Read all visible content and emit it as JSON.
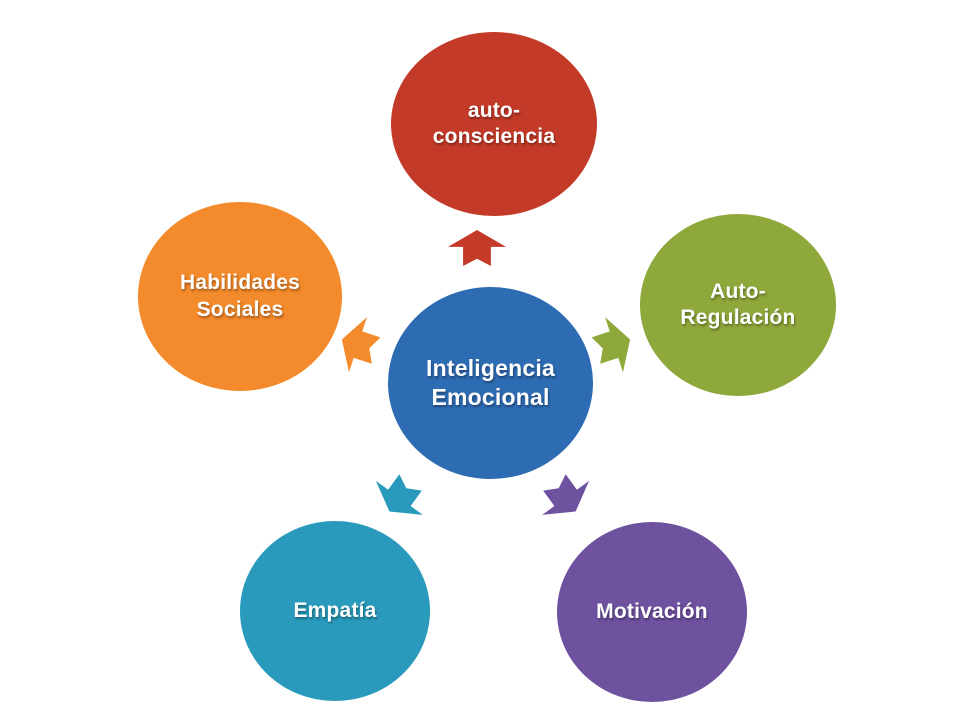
{
  "diagram": {
    "type": "radial-cycle",
    "background": "#FFFFFF",
    "text_color": "#FFFFFF",
    "center": {
      "label": "Inteligencia\nEmocional",
      "color": "#2D6BB2"
    },
    "nodes": [
      {
        "label": "auto-\nconsciencia",
        "color": "#C33A28",
        "position": "top"
      },
      {
        "label": "Auto-\nRegulación",
        "color": "#8FA83B",
        "position": "upper-right"
      },
      {
        "label": "Motivación",
        "color": "#6E519F",
        "position": "lower-right"
      },
      {
        "label": "Empatía",
        "color": "#299ABB",
        "position": "lower-left"
      },
      {
        "label": "Habilidades\nSociales",
        "color": "#F38A2B",
        "position": "upper-left"
      }
    ],
    "arrows": [
      {
        "direction": "up",
        "color": "#C33A28"
      },
      {
        "direction": "up-right",
        "color": "#8FA83B"
      },
      {
        "direction": "down-right",
        "color": "#6E519F"
      },
      {
        "direction": "down-left",
        "color": "#299ABB"
      },
      {
        "direction": "up-left",
        "color": "#F38A2B"
      }
    ]
  }
}
